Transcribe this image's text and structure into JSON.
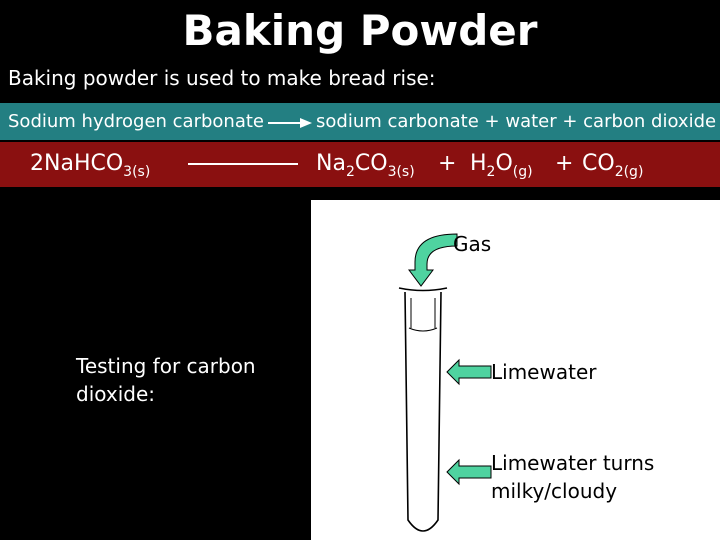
{
  "title": "Baking Powder",
  "subtitle": "Baking powder is used to make bread rise:",
  "word_equation": {
    "reactant": "Sodium hydrogen carbonate",
    "products": "sodium carbonate + water + carbon dioxide"
  },
  "symbol_equation": {
    "reactant_coef": "2",
    "reactant_formula": "NaHCO",
    "reactant_sub": "3(s)",
    "p1_pre": "Na",
    "p1_sub1": "2",
    "p1_mid": "CO",
    "p1_sub2": "3(s)",
    "plus1": "+",
    "p2_pre": "H",
    "p2_sub1": "2",
    "p2_mid": "O",
    "p2_sub2": "(g)",
    "plus2": "+",
    "p3_pre": "CO",
    "p3_sub": "2(g)"
  },
  "testing_label": "Testing for carbon dioxide:",
  "diagram": {
    "gas_label": "Gas",
    "limewater_label": "Limewater",
    "turns_label": "Limewater turns milky/cloudy"
  },
  "colors": {
    "word_band": "#237f82",
    "symbol_band": "#8a1010",
    "arrow_fill": "#4fd3a0"
  }
}
